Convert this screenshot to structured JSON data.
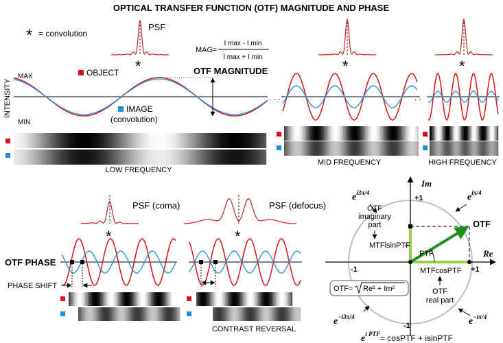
{
  "title": "OPTICAL TRANSFER FUNCTION (OTF) MAGNITUDE AND PHASE",
  "colors": {
    "object": "#dd1111",
    "image": "#1f8fe0",
    "psf": "#cc2222",
    "circle": "#bdbdbd",
    "otf_vector": "#1b8f1b",
    "parts": "#9acd4a",
    "axis": "#000000"
  },
  "legend": {
    "convolution_symbol": "*",
    "convolution_label": "= convolution",
    "object_label": "OBJECT",
    "image_label": "IMAGE",
    "image_sub": "(convolution)"
  },
  "magnitude": {
    "psf_label": "PSF",
    "formula_lhs": "MAG=",
    "numerator": "I max - I min",
    "denominator": "I max + I min",
    "heading": "OTF MAGNITUDE",
    "axis_label": "INTENSITY",
    "max_label": "MAX",
    "min_label": "MIN",
    "low_label": "LOW FREQUENCY",
    "mid_label": "MID FREQUENCY",
    "high_label": "HIGH FREQUENCY"
  },
  "phase": {
    "heading": "OTF PHASE",
    "psf_coma": "PSF (coma)",
    "psf_defocus": "PSF (defocus)",
    "phase_shift": "PHASE SHIFT",
    "contrast_reversal": "CONTRAST REVERSAL"
  },
  "complex": {
    "im_label": "Im",
    "re_label": "Re",
    "plus_one_top": "+1",
    "minus_one_left": "-1",
    "plus_one_right": "+1",
    "minus_one_bottom": "-1",
    "exp_base": "e",
    "exp_tl": "i3π/4",
    "exp_tr": "iπ/4",
    "exp_bl": "−i3π/4",
    "exp_br": "−iπ/4",
    "otf_label": "OTF",
    "imag_part_1": "OTF",
    "imag_part_2": "imaginary",
    "imag_part_3": "part",
    "imag_expr": "MTFisinPTF",
    "ptf_label": "PTF",
    "real_expr": "MTFcosPTF",
    "real_part_1": "OTF",
    "real_part_2": "real part",
    "otf_formula": "OTF=",
    "otf_radicand": "Re² + Im²",
    "euler_base": "e",
    "euler_exp": "i PTF",
    "euler_rhs": "= cosPTF + isinPTF"
  }
}
